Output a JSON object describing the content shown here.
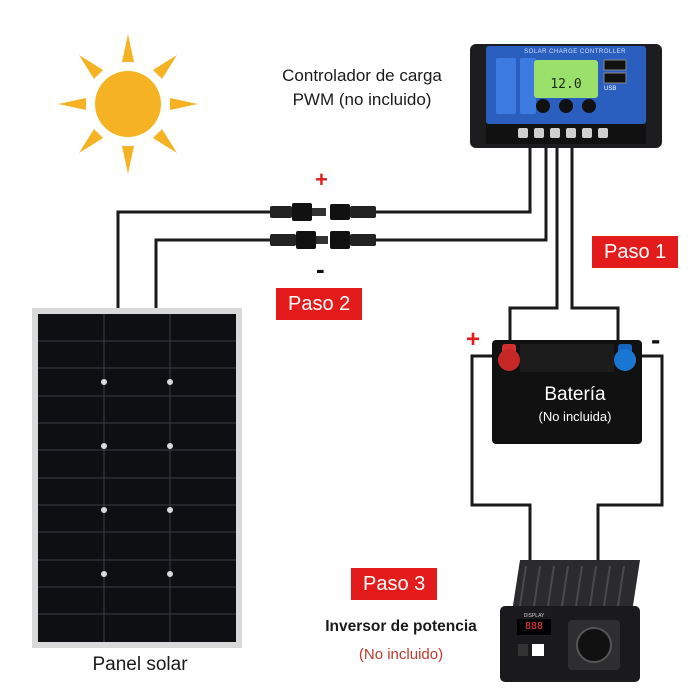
{
  "labels": {
    "controller": "Controlador de carga\nPWM (no incluido)",
    "solar_panel": "Panel solar",
    "inverter_title": "Inversor de potencia",
    "inverter_note": "(No incluido)",
    "battery_title": "Batería",
    "battery_note": "(No incluida)"
  },
  "steps": {
    "step1": "Paso 1",
    "step2": "Paso 2",
    "step3": "Paso 3"
  },
  "polarity": {
    "plus": "+",
    "minus": "-"
  },
  "controller_device": {
    "title": "SOLAR CHARGE CONTROLLER",
    "lcd": "12.0",
    "usb": "USB"
  },
  "inverter_device": {
    "display_label": "DISPLAY",
    "digits": "888"
  },
  "colors": {
    "step_badge": "#e31b1b",
    "controller_body": "#2a5fbf",
    "wire": "#1a1a1a",
    "sun": "#f5b324"
  },
  "icons": [
    "sun-icon",
    "solar-panel-icon",
    "charge-controller-icon",
    "battery-icon",
    "inverter-icon",
    "mc4-connector-icon"
  ]
}
